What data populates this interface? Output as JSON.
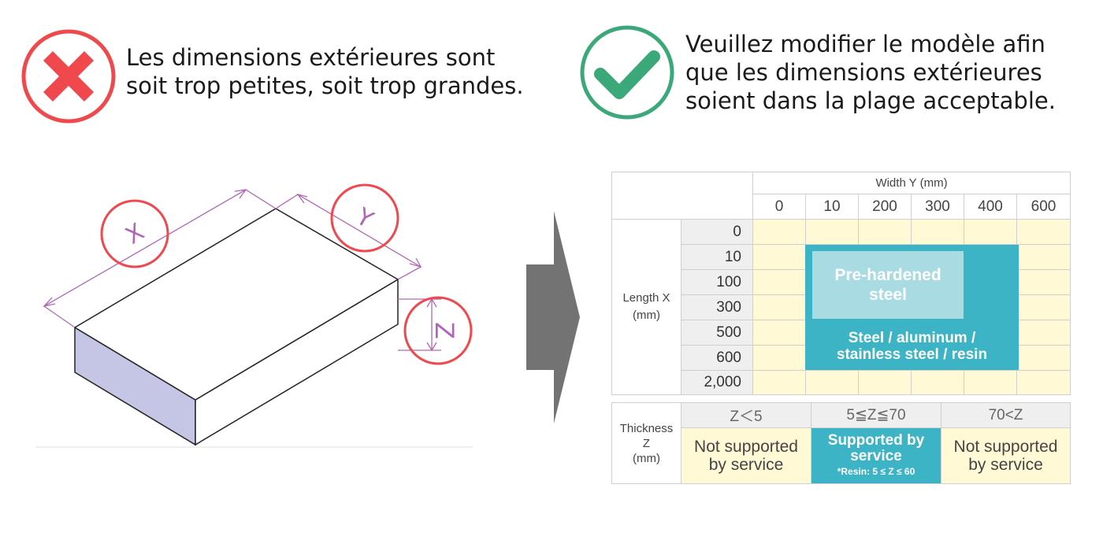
{
  "bad": {
    "icon": "x-mark-icon",
    "color": "#f0494d",
    "lines": [
      "Les dimensions extérieures sont",
      "soit trop petites, soit trop grandes."
    ]
  },
  "good": {
    "icon": "check-mark-icon",
    "color": "#3aa879",
    "lines": [
      "Veuillez modifier le modèle afin",
      "que les dimensions extérieures",
      "soient dans la plage acceptable."
    ]
  },
  "block": {
    "labels": {
      "x": "X",
      "y": "Y",
      "z": "Z"
    }
  },
  "arrow_icon": "right-arrow-icon",
  "table": {
    "width_header": "Width Y (mm)",
    "width_values": [
      "0",
      "10",
      "200",
      "300",
      "400",
      "600"
    ],
    "length_header": [
      "Length X",
      "(mm)"
    ],
    "length_values": [
      "0",
      "10",
      "100",
      "300",
      "500",
      "600",
      "2,000"
    ],
    "prehardened": [
      "Pre-hardened",
      "steel"
    ],
    "materials": [
      "Steel / aluminum /",
      "stainless steel / resin"
    ],
    "thickness_header": [
      "Thickness",
      "Z",
      "(mm)"
    ],
    "thickness_ranges": [
      "Z＜5",
      "5≦Z≦70",
      "70<Z"
    ],
    "not_supported_left": [
      "Not supported",
      "by service"
    ],
    "supported": [
      "Supported by",
      "service"
    ],
    "resin_note": "*Resin: 5 ≤ Z ≤ 60",
    "not_supported_right": [
      "Not supported",
      "by service"
    ],
    "colors": {
      "teal": "#3db3c6",
      "light_teal": "#a9dbe2",
      "yellow": "#fff9d6",
      "gray": "#efefef"
    }
  }
}
